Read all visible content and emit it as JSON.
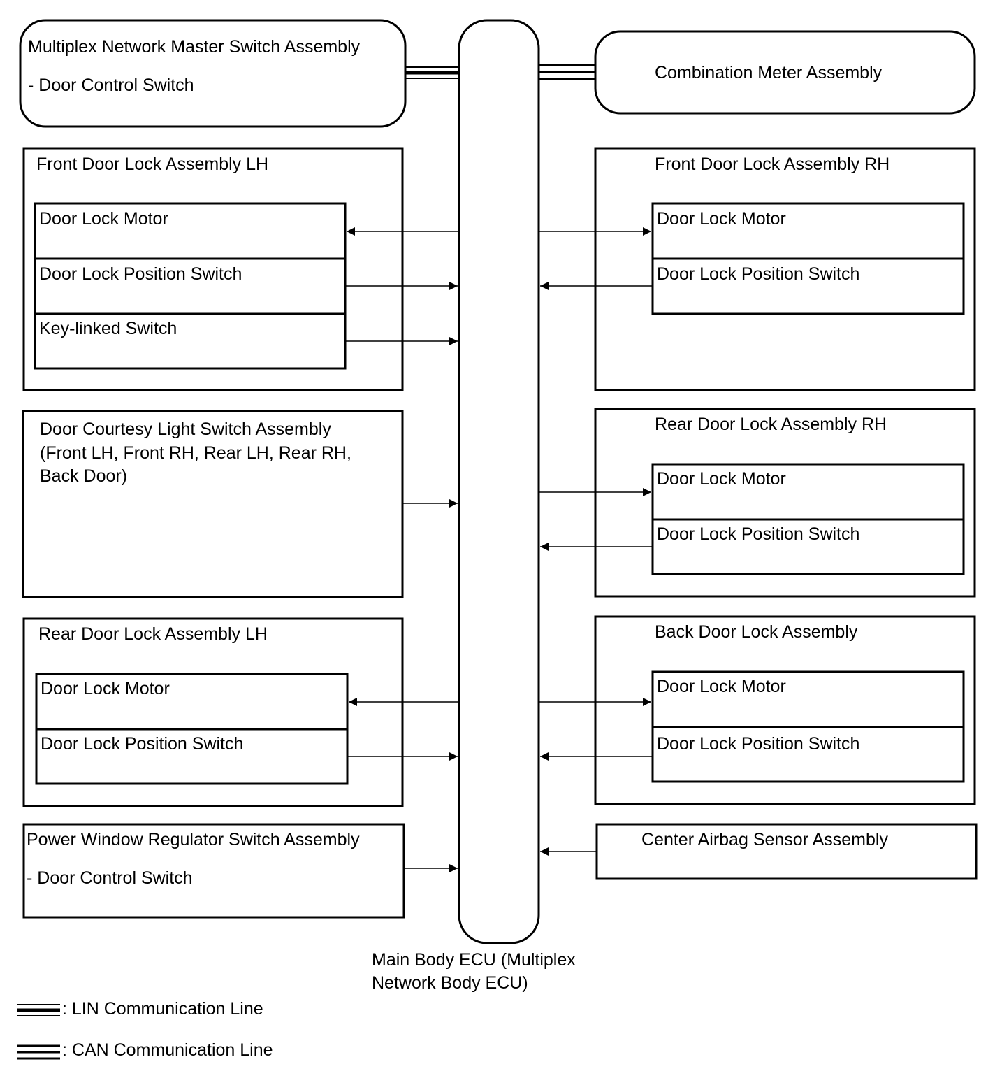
{
  "ecu": {
    "label_line1": "Main Body ECU (Multiplex",
    "label_line2": "Network Body ECU)"
  },
  "master_switch": {
    "title": "Multiplex Network Master Switch Assembly",
    "sub": "- Door Control Switch"
  },
  "combination_meter": {
    "title": "Combination Meter Assembly"
  },
  "front_lh": {
    "title": "Front Door Lock Assembly LH",
    "motor": "Door Lock Motor",
    "position": "Door Lock Position Switch",
    "key_linked": "Key-linked Switch"
  },
  "front_rh": {
    "title": "Front Door Lock Assembly RH",
    "motor": "Door Lock Motor",
    "position": "Door Lock Position Switch"
  },
  "courtesy": {
    "line1": "Door Courtesy Light Switch Assembly",
    "line2": "(Front LH, Front RH, Rear LH, Rear RH,",
    "line3": "Back Door)"
  },
  "rear_rh": {
    "title": "Rear Door Lock Assembly RH",
    "motor": "Door Lock Motor",
    "position": "Door Lock Position Switch"
  },
  "rear_lh": {
    "title": "Rear Door Lock Assembly LH",
    "motor": "Door Lock Motor",
    "position": "Door Lock Position Switch"
  },
  "back_door": {
    "title": "Back Door Lock Assembly",
    "motor": "Door Lock Motor",
    "position": "Door Lock Position Switch"
  },
  "power_window": {
    "title": "Power Window Regulator Switch Assembly",
    "sub": "- Door Control Switch"
  },
  "airbag": {
    "title": "Center Airbag Sensor Assembly"
  },
  "legend": {
    "lin": ": LIN Communication Line",
    "can": ": CAN Communication Line"
  }
}
